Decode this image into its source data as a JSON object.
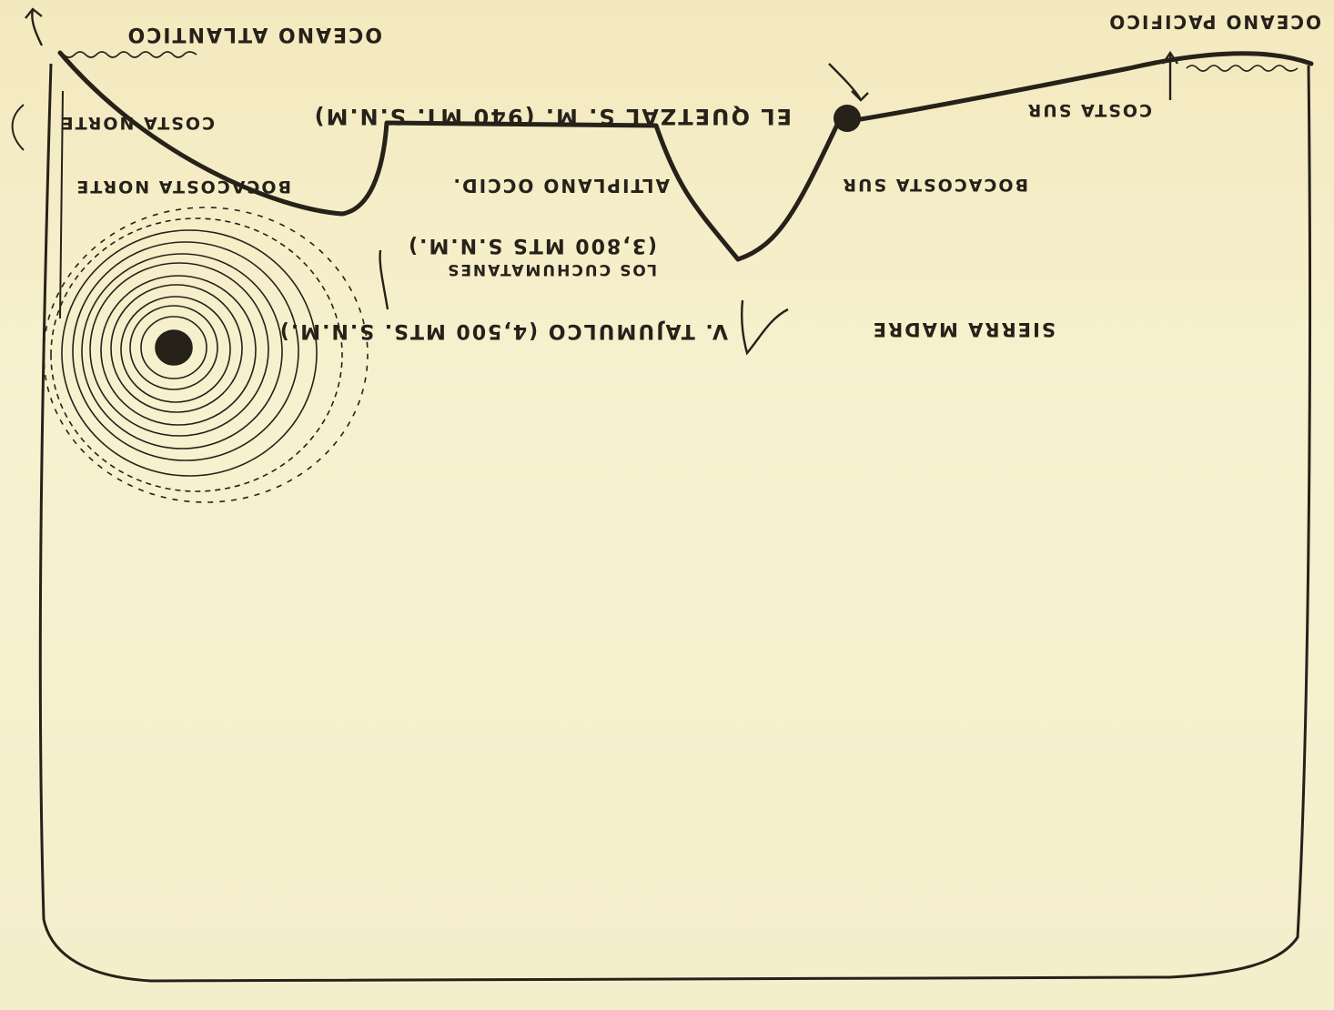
{
  "labels": {
    "ocean_atlantic": "OCEANO ATLANTICO",
    "ocean_pacific": "OCEANO PACIFICO",
    "costa_norte": "COSTA NORTE",
    "costa_sur": "COSTA SUR",
    "bocacosta_norte": "BOCACOSTA NORTE",
    "bocacosta_sur": "BOCACOSTA SUR",
    "el_quetzal": "EL QUETZAL  S. M. (940 MT. S.N.M)",
    "altiplano": "ALTIPLANO OCCID.",
    "cuchumatanes_name": "LOS CUCHUMATANES",
    "cuchumatanes_elev": "(3,800 MTS S.N.M.)",
    "sierra_madre": "SIERRA MADRE",
    "tajumulco": "V. TAJUMULCO (4,500 MTS. S.N.M.)"
  },
  "colors": {
    "paper": "#f6efc9",
    "ink": "#262119"
  }
}
